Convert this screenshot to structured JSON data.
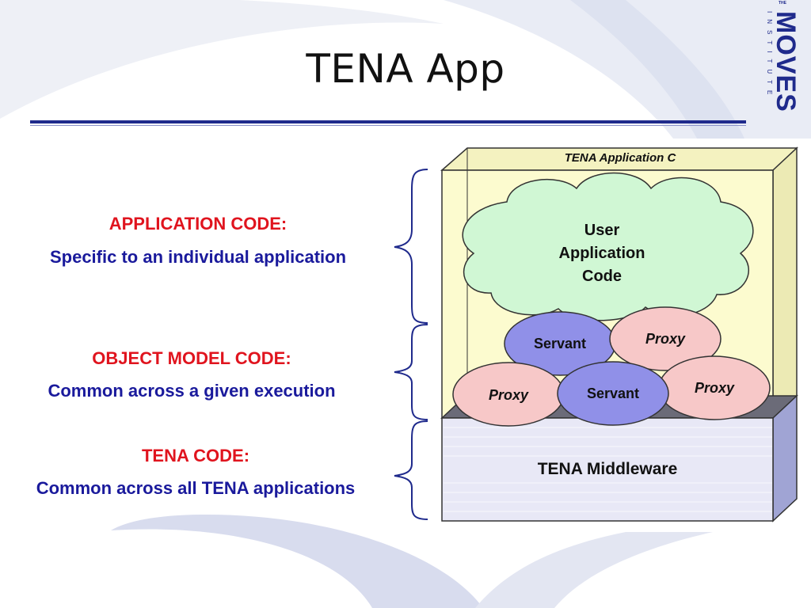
{
  "title": "TENA App",
  "logo": {
    "small_top": "THE",
    "big": "MOVES",
    "small_side": "INSTITUTE"
  },
  "left_labels": [
    {
      "heading": "APPLICATION CODE:",
      "desc": "Specific to an individual application"
    },
    {
      "heading": "OBJECT MODEL CODE:",
      "desc": "Common across a given execution"
    },
    {
      "heading": "TENA CODE:",
      "desc": "Common across all TENA applications"
    }
  ],
  "diagram": {
    "box_label": "TENA Application C",
    "cloud_label": [
      "User",
      "Application",
      "Code"
    ],
    "middleware_label": "TENA Middleware",
    "ellipses": {
      "servant_top": "Servant",
      "proxy_top": "Proxy",
      "proxy_left": "Proxy",
      "servant_bottom": "Servant",
      "proxy_right": "Proxy"
    }
  },
  "colors": {
    "title_rule": "#1f2a8c",
    "heading_red": "#e0141e",
    "desc_blue": "#1a1a9c",
    "app_box": "#fcfbcf",
    "cloud": "#d0f7d4",
    "servant": "#9090e8",
    "proxy": "#f7c8c8",
    "middleware": "#e8e8f6",
    "middleware_dark": "#7a7a8a"
  }
}
